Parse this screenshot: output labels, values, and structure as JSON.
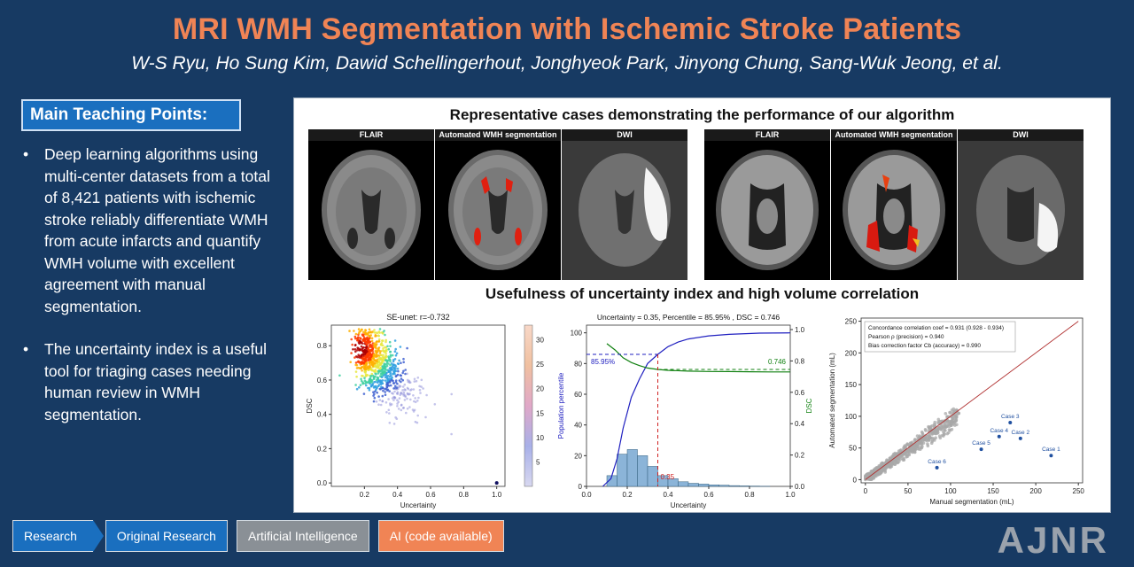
{
  "header": {
    "title": "MRI WMH Segmentation with Ischemic Stroke Patients",
    "authors": "W-S Ryu, Ho Sung Kim, Dawid Schellingerhout, Jonghyeok Park, Jinyong Chung, Sang-Wuk Jeong, et al."
  },
  "teaching": {
    "heading": "Main Teaching Points:",
    "points": [
      "Deep learning algorithms using multi-center datasets from a total of 8,421 patients with ischemic stroke reliably differentiate WMH from acute infarcts and quantify WMH volume with excellent agreement with manual segmentation.",
      "The uncertainty index is a useful tool for triaging cases needing human review in WMH segmentation."
    ]
  },
  "figure": {
    "cases_title": "Representative cases demonstrating the performance of our algorithm",
    "panel_labels": [
      "FLAIR",
      "Automated WMH segmentation",
      "DWI",
      "FLAIR",
      "Automated WMH segmentation",
      "DWI"
    ],
    "usefulness_title": "Usefulness of uncertainty index and high volume correlation"
  },
  "chart_data": [
    {
      "type": "scatter",
      "title": "SE-unet: r=-0.732",
      "xlabel": "Uncertainty",
      "ylabel": "DSC",
      "xlim": [
        0.0,
        1.05
      ],
      "ylim": [
        -0.02,
        0.92
      ],
      "xticks": [
        "0.2",
        "0.4",
        "0.6",
        "0.8",
        "1.0"
      ],
      "yticks": [
        "0.0",
        "0.2",
        "0.4",
        "0.6",
        "0.8"
      ],
      "colorbar_ticks": [
        "5",
        "10",
        "15",
        "20",
        "25",
        "30"
      ],
      "colorbar_range": [
        0,
        33
      ],
      "density_center": [
        0.17,
        0.78
      ]
    },
    {
      "type": "bar",
      "title": "Uncertainty = 0.35, Percentile = 85.95% , DSC = 0.746",
      "xlabel": "Uncertainty",
      "ylabel": "Population percentile",
      "y2label": "DSC",
      "xlim": [
        0.0,
        1.0
      ],
      "ylim": [
        0,
        105
      ],
      "y2lim": [
        0,
        1.0
      ],
      "xticks": [
        "0.0",
        "0.2",
        "0.4",
        "0.6",
        "0.8",
        "1.0"
      ],
      "yticks": [
        "0",
        "20",
        "40",
        "60",
        "80",
        "100"
      ],
      "y2ticks": [
        "0.0",
        "0.2",
        "0.4",
        "0.6",
        "0.8",
        "1.0"
      ],
      "histogram": {
        "bin_width": 0.05,
        "bin_starts": [
          0.1,
          0.15,
          0.2,
          0.25,
          0.3,
          0.35,
          0.4,
          0.45,
          0.5,
          0.55,
          0.6,
          0.65,
          0.7,
          0.75,
          0.8,
          0.85
        ],
        "values": [
          7,
          21,
          24,
          20,
          13,
          7,
          5,
          3,
          2,
          1.5,
          1,
          0.8,
          0.5,
          0.3,
          0.2,
          0.1
        ]
      },
      "series": [
        {
          "name": "Population percentile",
          "x": [
            0.08,
            0.12,
            0.15,
            0.18,
            0.22,
            0.26,
            0.3,
            0.35,
            0.4,
            0.45,
            0.5,
            0.6,
            0.7,
            0.85,
            1.0
          ],
          "y": [
            0,
            5,
            18,
            38,
            58,
            70,
            80,
            85.95,
            91,
            94,
            96,
            98,
            99,
            99.8,
            100
          ]
        },
        {
          "name": "DSC",
          "x": [
            0.1,
            0.14,
            0.18,
            0.22,
            0.26,
            0.3,
            0.35,
            0.4,
            0.5,
            0.6,
            0.7,
            0.8,
            0.9,
            1.0
          ],
          "y": [
            0.91,
            0.87,
            0.82,
            0.79,
            0.77,
            0.755,
            0.746,
            0.74,
            0.735,
            0.733,
            0.732,
            0.731,
            0.73,
            0.73
          ]
        }
      ],
      "annotations": {
        "uncertainty_label": "0.35",
        "percentile_label": "85.95%",
        "dsc_label": "0.746",
        "uncertainty": 0.35,
        "percentile": 85.95,
        "dsc": 0.746
      }
    },
    {
      "type": "scatter",
      "xlabel": "Manual segmentation (mL)",
      "ylabel": "Automated segmentation (mL)",
      "xlim": [
        -5,
        255
      ],
      "ylim": [
        -5,
        255
      ],
      "xticks": [
        "0",
        "50",
        "100",
        "150",
        "200",
        "250"
      ],
      "yticks": [
        "0",
        "50",
        "100",
        "150",
        "200",
        "250"
      ],
      "stats": [
        "Concordance correlation coef = 0.931 (0.928 - 0.934)",
        "Pearson ρ (precision) = 0.940",
        "Bias correction factor Cb (accuracy) = 0.990"
      ],
      "cases": [
        {
          "label": "Case 1",
          "x": 218,
          "y": 38
        },
        {
          "label": "Case 2",
          "x": 182,
          "y": 65
        },
        {
          "label": "Case 3",
          "x": 170,
          "y": 90
        },
        {
          "label": "Case 4",
          "x": 157,
          "y": 68
        },
        {
          "label": "Case 5",
          "x": 136,
          "y": 48
        },
        {
          "label": "Case 6",
          "x": 84,
          "y": 19
        }
      ]
    }
  ],
  "tags": {
    "research": "Research",
    "original": "Original Research",
    "ai": "Artificial Intelligence",
    "code": "AI (code available)"
  },
  "logo": "AJNR"
}
